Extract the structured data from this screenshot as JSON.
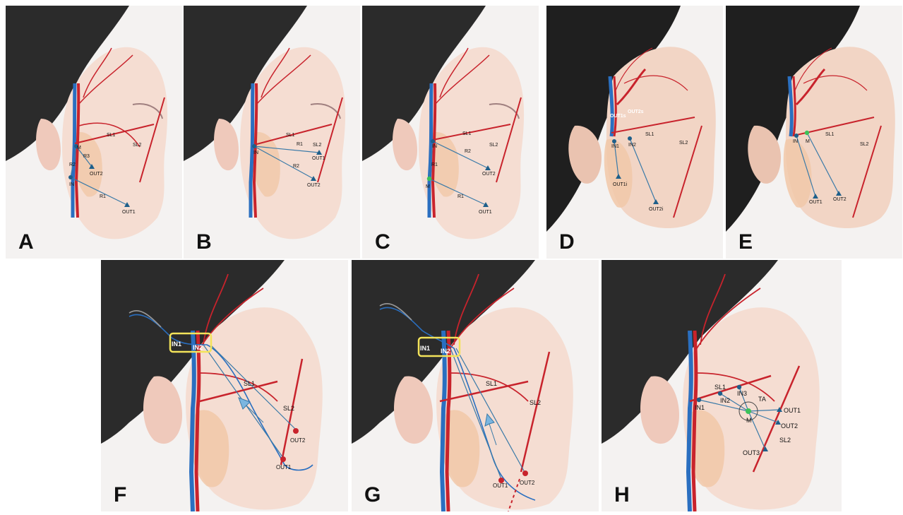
{
  "panels": [
    {
      "letter": "A",
      "labels": {
        "sl1": "SL1",
        "sl2": "SL2",
        "m": "M",
        "r3": "R3",
        "r2": "R2",
        "out2": "OUT2",
        "in": "IN",
        "r1": "R1",
        "out1": "OUT1"
      }
    },
    {
      "letter": "B",
      "labels": {
        "sl1": "SL1",
        "sl2": "SL2",
        "in": "IN",
        "r1a": "R1",
        "r2": "R2",
        "out1": "OUT1",
        "out2": "OUT2"
      }
    },
    {
      "letter": "C",
      "labels": {
        "sl1": "SL1",
        "sl2": "SL2",
        "in": "IN",
        "r2": "R2",
        "out2": "OUT2",
        "r1a": "R1",
        "m": "M",
        "r1b": "R1",
        "out1": "OUT1"
      }
    },
    {
      "letter": "D",
      "labels": {
        "out1s": "OUT1s",
        "out2s": "OUT2s",
        "sl1": "SL1",
        "in1": "IN1",
        "in2": "IN2",
        "sl2": "SL2",
        "out1i": "OUT1i",
        "out2i": "OUT2i"
      }
    },
    {
      "letter": "E",
      "labels": {
        "in": "IN",
        "m": "M",
        "sl1": "SL1",
        "sl2": "SL2",
        "out1": "OUT1",
        "out2": "OUT2"
      }
    },
    {
      "letter": "F",
      "labels": {
        "in1": "IN1",
        "in2": "IN2",
        "sl1": "SL1",
        "sl2": "SL2",
        "out2": "OUT2",
        "out1": "OUT1"
      }
    },
    {
      "letter": "G",
      "labels": {
        "in1": "IN1",
        "in2": "IN2",
        "sl1": "SL1",
        "sl2": "SL2",
        "out1": "OUT1",
        "out2": "OUT2"
      }
    },
    {
      "letter": "H",
      "labels": {
        "sl1": "SL1",
        "in3": "IN3",
        "ta": "TA",
        "in1": "IN1",
        "in2": "IN2",
        "out1": "OUT1",
        "m": "M",
        "out2": "OUT2",
        "sl2": "SL2",
        "out3": "OUT3"
      }
    }
  ],
  "colors": {
    "artery": "#c8232c",
    "vein": "#2a6fc0",
    "nerve": "#f0c040",
    "cannula": "#3a7aa8",
    "parotid": "#f1c8a8",
    "hair": "#2a2a2a",
    "skin": "#f4dcd0",
    "m_point": "#3cc25a",
    "box": "#f3e35a"
  }
}
